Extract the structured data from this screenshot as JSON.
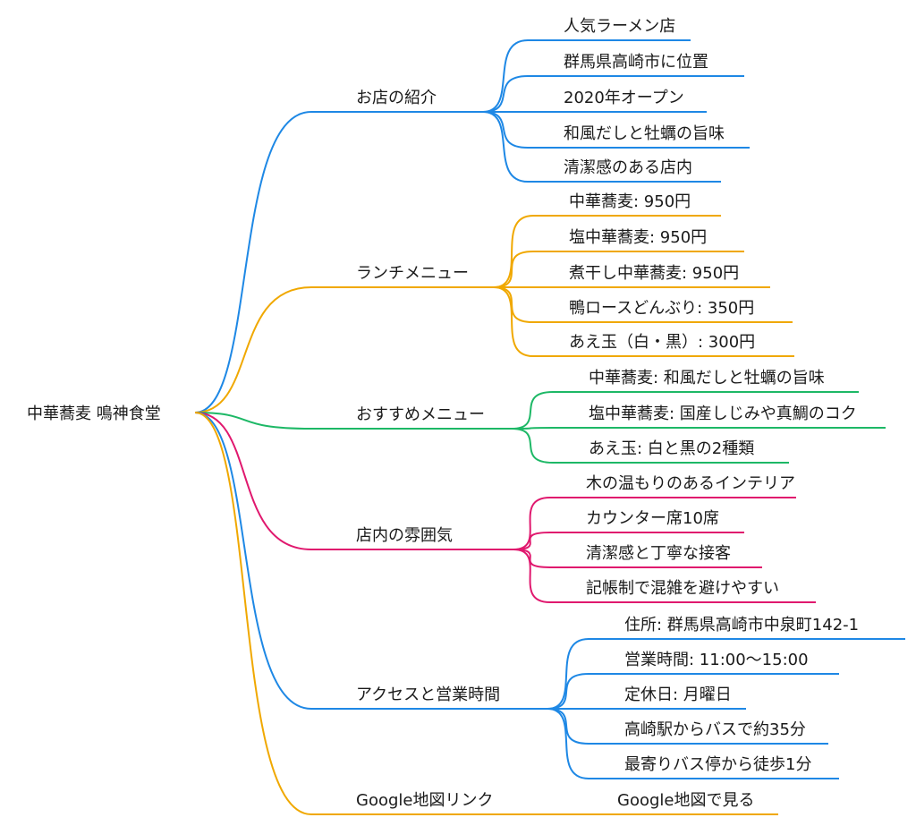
{
  "root": {
    "label": "中華蕎麦 鳴神食堂"
  },
  "branches": [
    {
      "label": "お店の紹介",
      "color": "#1e88e5",
      "children": [
        "人気ラーメン店",
        "群馬県高崎市に位置",
        "2020年オープン",
        "和風だしと牡蠣の旨味",
        "清潔感のある店内"
      ]
    },
    {
      "label": "ランチメニュー",
      "color": "#f0a800",
      "children": [
        "中華蕎麦: 950円",
        "塩中華蕎麦: 950円",
        "煮干し中華蕎麦: 950円",
        "鴨ロースどんぶり: 350円",
        "あえ玉（白・黒）: 300円"
      ]
    },
    {
      "label": "おすすめメニュー",
      "color": "#1db866",
      "children": [
        "中華蕎麦: 和風だしと牡蠣の旨味",
        "塩中華蕎麦: 国産しじみや真鯛のコク",
        "あえ玉: 白と黒の2種類"
      ]
    },
    {
      "label": "店内の雰囲気",
      "color": "#e0186e",
      "children": [
        "木の温もりのあるインテリア",
        "カウンター席10席",
        "清潔感と丁寧な接客",
        "記帳制で混雑を避けやすい"
      ]
    },
    {
      "label": "アクセスと営業時間",
      "color": "#1e88e5",
      "children": [
        "住所: 群馬県高崎市中泉町142-1",
        "営業時間: 11:00〜15:00",
        "定休日: 月曜日",
        "高崎駅からバスで約35分",
        "最寄りバス停から徒歩1分"
      ]
    },
    {
      "label": "Google地図リンク",
      "color": "#f0a800",
      "children": [
        "Google地図で見る"
      ]
    }
  ]
}
